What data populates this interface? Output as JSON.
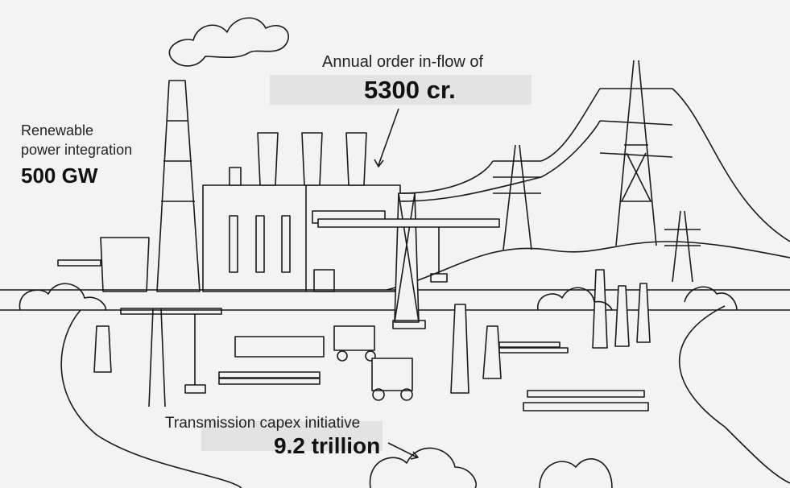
{
  "annotations": {
    "renewable": {
      "label_line1": "Renewable",
      "label_line2": "power integration",
      "value": "500 GW"
    },
    "order_inflow": {
      "label": "Annual order in-flow of",
      "value": "5300 cr."
    },
    "capex": {
      "label": "Transmission capex initiative",
      "value": "9.2 trillion"
    }
  },
  "colors": {
    "background": "#f3f3f3",
    "highlight": "#e3e3e3",
    "ink": "#1a1a1a"
  }
}
